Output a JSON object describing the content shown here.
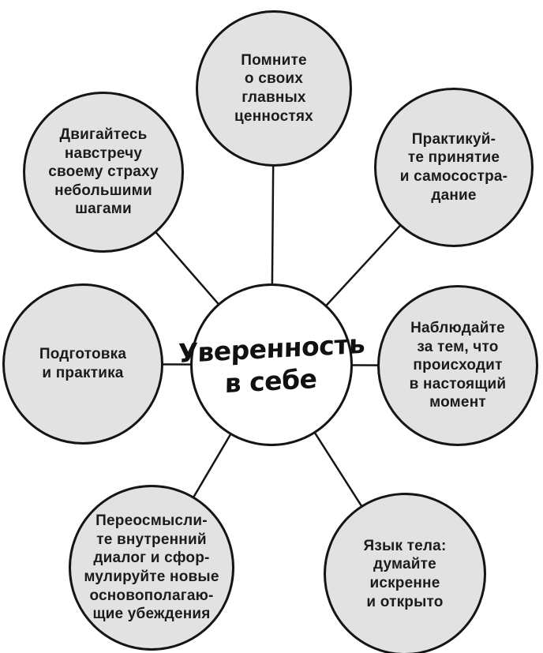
{
  "diagram": {
    "type": "mind-map",
    "center": {
      "label": "Уверенность\nв себе"
    },
    "nodes": [
      {
        "id": "remember-values",
        "label": "Помните\nо своих\nглавных\nценностях"
      },
      {
        "id": "practice-acceptance",
        "label": "Практикуй-\nте принятие\nи самосостра-\nдание"
      },
      {
        "id": "observe-present",
        "label": "Наблюдайте\nза тем, что\nпроисходит\nв настоящий\nмомент"
      },
      {
        "id": "body-language",
        "label": "Язык тела:\nдумайте\nискренне\nи открыто"
      },
      {
        "id": "reframe-inner-dialog",
        "label": "Переосмысли-\nте внутренний\nдиалог и сфор-\nмулируйте новые\nосновополагаю-\nщие убеждения"
      },
      {
        "id": "preparation-practice",
        "label": "Подготовка\nи практика"
      },
      {
        "id": "face-fear-small-steps",
        "label": "Двигайтесь\nнавстречу\nсвоему страху\nнебольшими\nшагами"
      }
    ],
    "colors": {
      "background": "#ffffff",
      "node_fill": "#e2e2e2",
      "center_fill": "#ffffff",
      "outline": "#151515",
      "text": "#1b1b1b"
    }
  }
}
